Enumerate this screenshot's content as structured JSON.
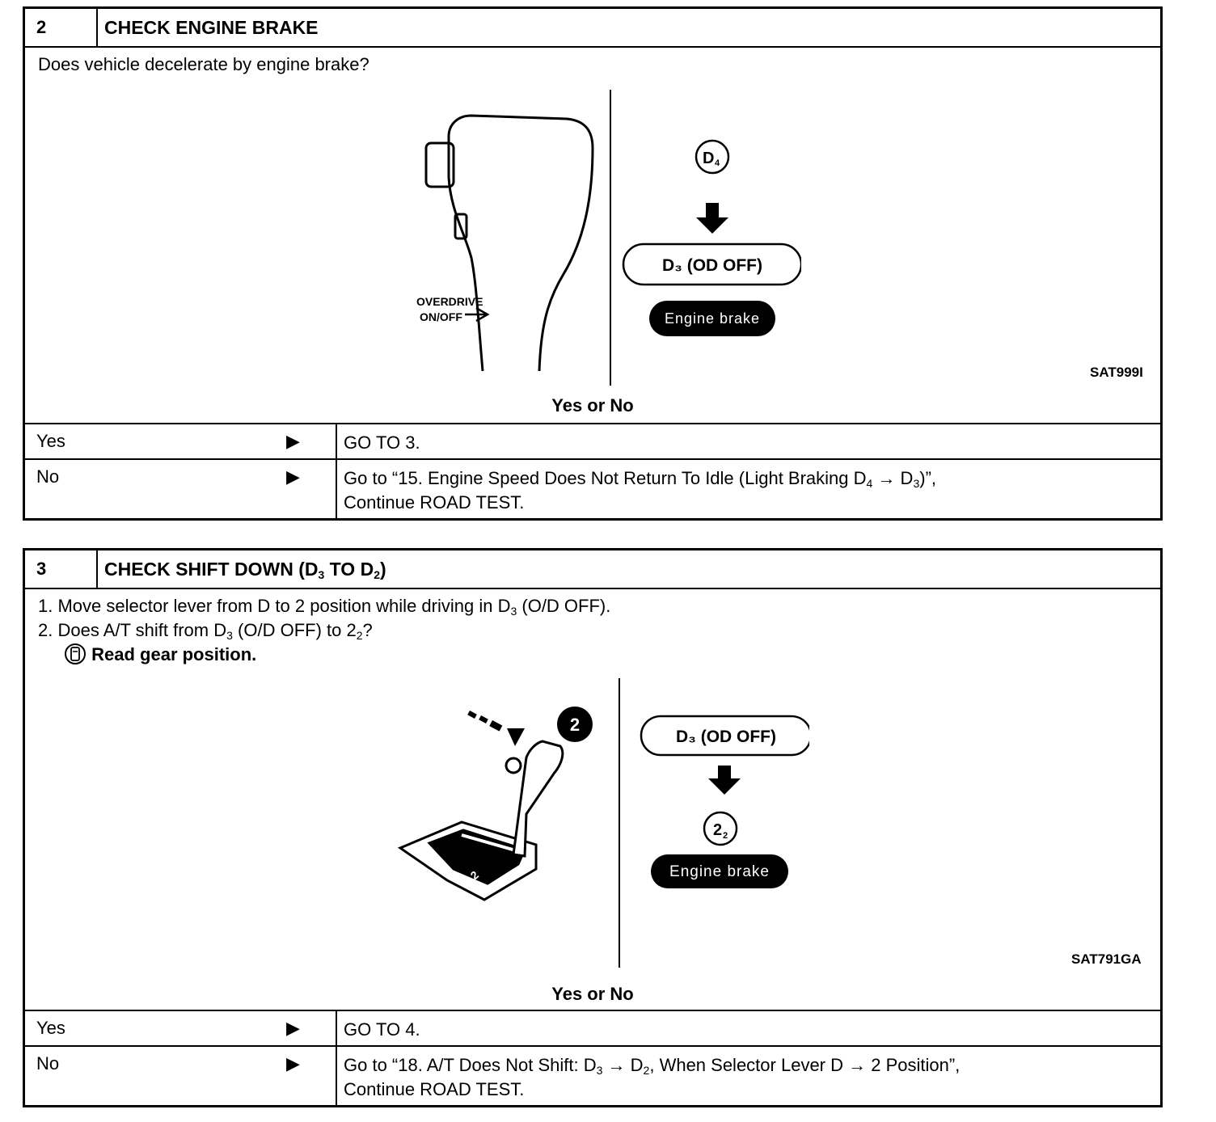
{
  "steps": [
    {
      "number": "2",
      "title": "CHECK ENGINE BRAKE",
      "question": "Does vehicle decelerate by engine brake?",
      "figure": {
        "shift_knob_label_1": "OVERDRIVE",
        "shift_knob_label_2": "ON/OFF",
        "from_gear": "D",
        "from_gear_sub": "4",
        "to_gear_pill": "D₃ (OD OFF)",
        "result_badge": "Engine brake",
        "code": "SAT999I"
      },
      "yes_or_no": "Yes or No",
      "yes": {
        "label": "Yes",
        "action": "GO TO 3."
      },
      "no": {
        "label": "No",
        "action_pre": "Go to “15. Engine Speed Does Not Return To Idle (Light Braking D",
        "action_sub1": "4",
        "action_mid": " → D",
        "action_sub2": "3",
        "action_post": ")”,",
        "action_line2": "Continue ROAD TEST."
      }
    },
    {
      "number": "3",
      "title_pre": "CHECK SHIFT DOWN (D",
      "title_sub1": "3",
      "title_mid": " TO D",
      "title_sub2": "2",
      "title_post": ")",
      "instr1_pre": "1.  Move selector lever from D to 2 position while driving in D",
      "instr1_sub": "3",
      "instr1_post": " (O/D OFF).",
      "instr2_pre": "2.  Does A/T shift from D",
      "instr2_sub": "3",
      "instr2_mid": " (O/D OFF) to 2",
      "instr2_sub2": "2",
      "instr2_post": "?",
      "instr3": "Read gear position.",
      "figure": {
        "position_badge": "2",
        "lever_mark": "2",
        "from_gear_pill": "D₃ (OD OFF)",
        "to_gear": "2",
        "to_gear_sub": "2",
        "result_badge": "Engine brake",
        "code": "SAT791GA"
      },
      "yes_or_no": "Yes or No",
      "yes": {
        "label": "Yes",
        "action": "GO TO 4."
      },
      "no": {
        "label": "No",
        "action_pre": "Go to “18. A/T Does Not Shift: D",
        "action_sub1": "3",
        "action_mid": " → D",
        "action_sub2": "2",
        "action_post": ", When Selector Lever D → 2 Position”,",
        "action_line2": "Continue ROAD TEST."
      }
    }
  ],
  "arrow_glyph": "▶"
}
